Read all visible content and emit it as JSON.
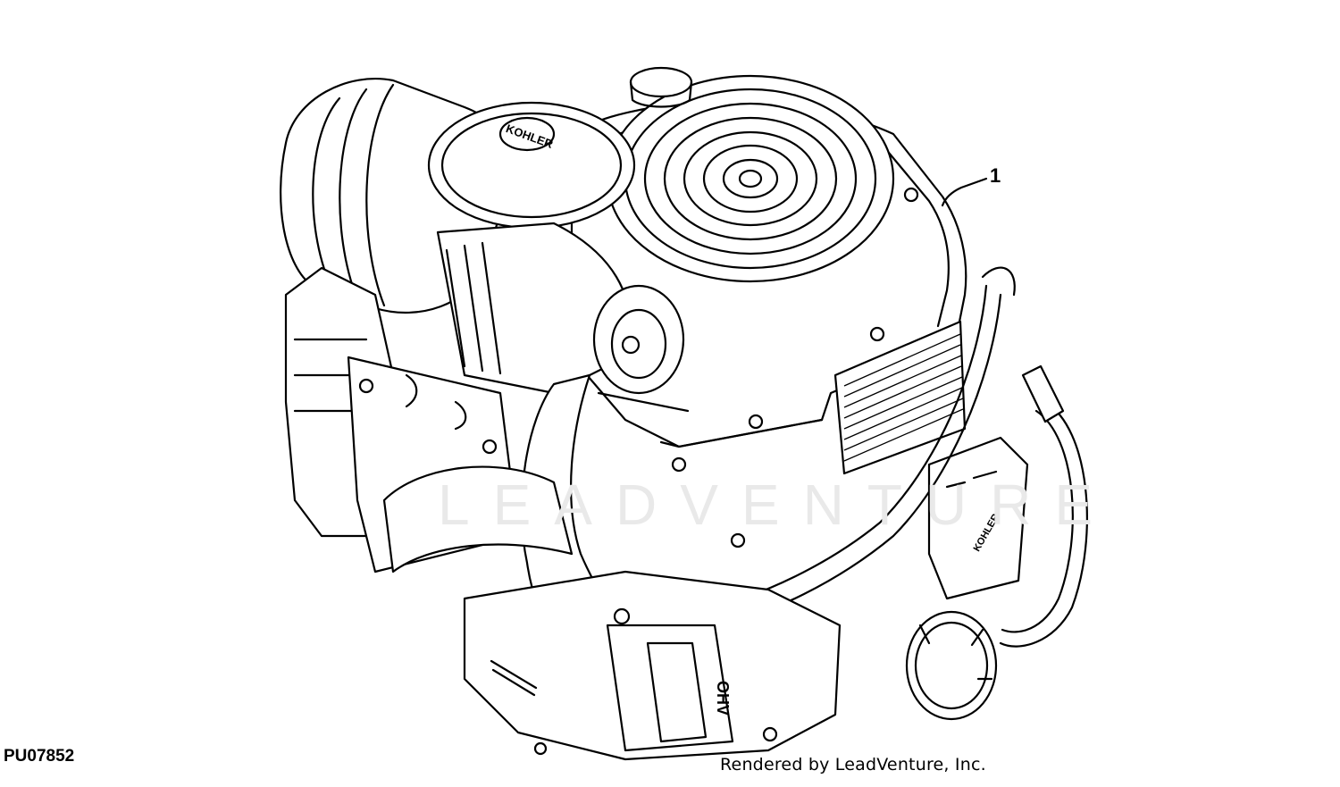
{
  "diagram": {
    "callout_number": "1",
    "figure_id": "PU07852",
    "credit": "Rendered by LeadVenture, Inc.",
    "watermark": "LEADVENTURE",
    "brand_air_cleaner": "KOHLER",
    "brand_block": "KOHLER",
    "valve_cover_text": "OHV"
  }
}
